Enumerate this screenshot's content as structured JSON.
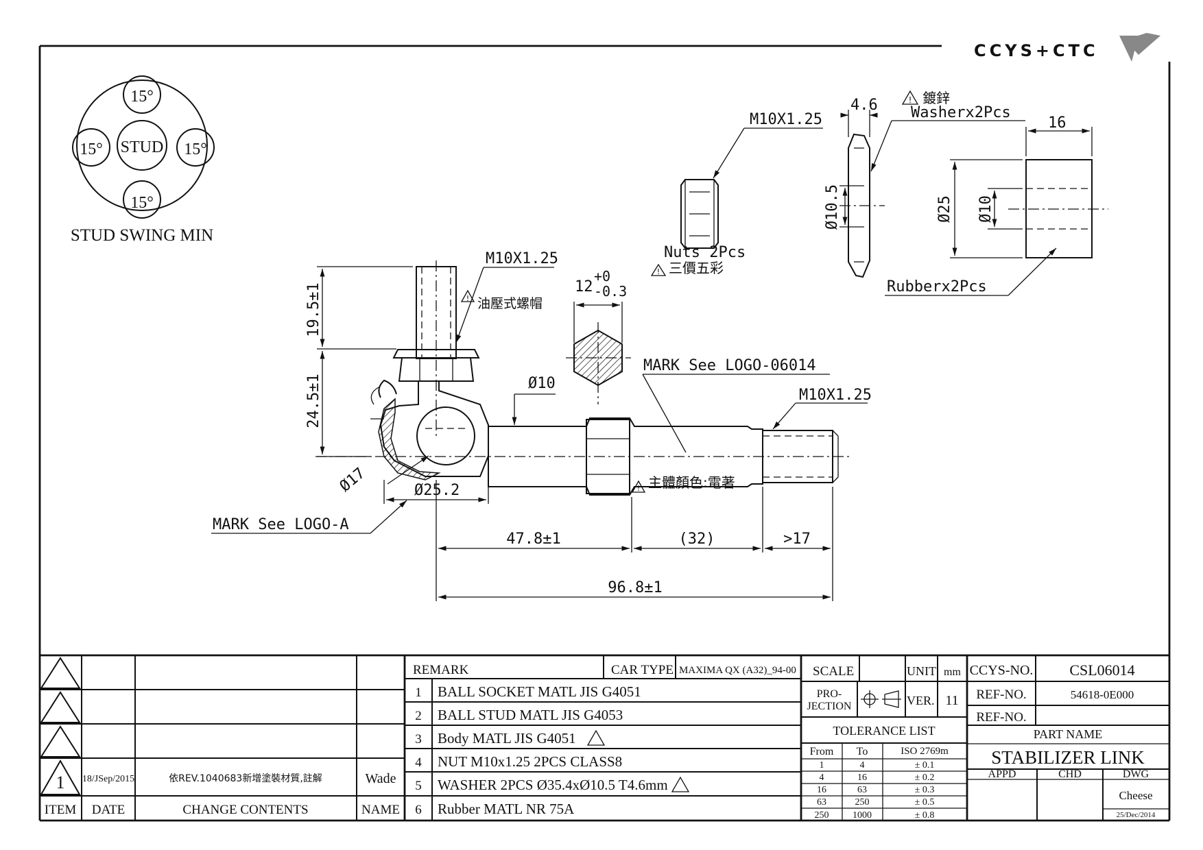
{
  "brand": {
    "logo_text": "CCYS+CTC"
  },
  "swing": {
    "title": "STUD SWING MIN",
    "center": "STUD",
    "angle_top": "15°",
    "angle_left": "15°",
    "angle_right": "15°",
    "angle_bottom": "15°"
  },
  "dims": {
    "thread_top": "M10X1.25",
    "h1": "19.5±1",
    "h2": "24.5±1",
    "nut_note": "油壓式螺帽",
    "hex_width": "12",
    "hex_tol_up": "+0",
    "hex_tol_dn": "-0.3",
    "mark_logo": "MARK See LOGO-06014",
    "rod_dia": "Ø10",
    "thread_right": "M10X1.25",
    "ball_dia": "Ø17",
    "socket_dia": "Ø25.2",
    "mark_logo_a": "MARK See LOGO-A",
    "body_note": "主體顏色:電著",
    "len1": "47.8±1",
    "len2": "(32)",
    "len3": ">17",
    "total": "96.8±1",
    "nut_thread": "M10X1.25",
    "nuts": "Nuts 2Pcs",
    "nut_finish": "三價五彩",
    "washer_t": "4.6",
    "washer_finish": "鍍鋅",
    "washer": "Washerx2Pcs",
    "washer_dia": "Ø10.5",
    "rubber_w": "16",
    "rubber_od": "Ø25",
    "rubber_id": "Ø10",
    "rubber": "Rubberx2Pcs"
  },
  "revisions": {
    "rows": [
      {
        "item": "",
        "date": "",
        "contents": "",
        "name": ""
      },
      {
        "item": "",
        "date": "",
        "contents": "",
        "name": ""
      },
      {
        "item": "",
        "date": "",
        "contents": "",
        "name": ""
      },
      {
        "item": "1",
        "date": "18/JSep/2015",
        "contents": "依REV.1040683新增塗裝材質,註解",
        "name": "Wade"
      }
    ],
    "header": {
      "item": "ITEM",
      "date": "DATE",
      "contents": "CHANGE CONTENTS",
      "name": "NAME"
    }
  },
  "remarks": {
    "label": "REMARK",
    "car_type_label": "CAR TYPE",
    "car_type": "MAXIMA QX (A32)_94-00",
    "rows": [
      {
        "no": "1",
        "text": "BALL SOCKET MATL JIS G4051"
      },
      {
        "no": "2",
        "text": "BALL STUD MATL JIS G4053"
      },
      {
        "no": "3",
        "text": "Body MATL JIS G4051"
      },
      {
        "no": "4",
        "text": "NUT M10x1.25 2PCS CLASS8"
      },
      {
        "no": "5",
        "text": "WASHER 2PCS Ø35.4xØ10.5 T4.6mm"
      },
      {
        "no": "6",
        "text": "Rubber MATL NR 75A"
      }
    ]
  },
  "meta": {
    "scale_label": "SCALE",
    "unit_label": "UNIT",
    "unit": "mm",
    "projection_label": "PRO-\nJECTION",
    "projection_l1": "PRO-",
    "projection_l2": "JECTION",
    "ver_label": "VER.",
    "ver": "11",
    "tolerance_title": "TOLERANCE LIST",
    "tol_header": {
      "from": "From",
      "to": "To",
      "iso": "ISO 2769m"
    },
    "tolerances": [
      {
        "from": "1",
        "to": "4",
        "tol": "± 0.1"
      },
      {
        "from": "4",
        "to": "16",
        "tol": "± 0.2"
      },
      {
        "from": "16",
        "to": "63",
        "tol": "± 0.3"
      },
      {
        "from": "63",
        "to": "250",
        "tol": "± 0.5"
      },
      {
        "from": "250",
        "to": "1000",
        "tol": "± 0.8"
      }
    ]
  },
  "title_block": {
    "ccys_label": "CCYS-NO.",
    "ccys_no": "CSL06014",
    "ref_label": "REF-NO.",
    "ref_no": "54618-0E000",
    "ref_label2": "REF-NO.",
    "ref_no2": "",
    "part_name_label": "PART NAME",
    "part_name": "STABILIZER LINK",
    "appd": "APPD",
    "chd": "CHD",
    "dwg": "DWG",
    "drawn_by": "Cheese",
    "drawn_date": "25/Dec/2014"
  }
}
